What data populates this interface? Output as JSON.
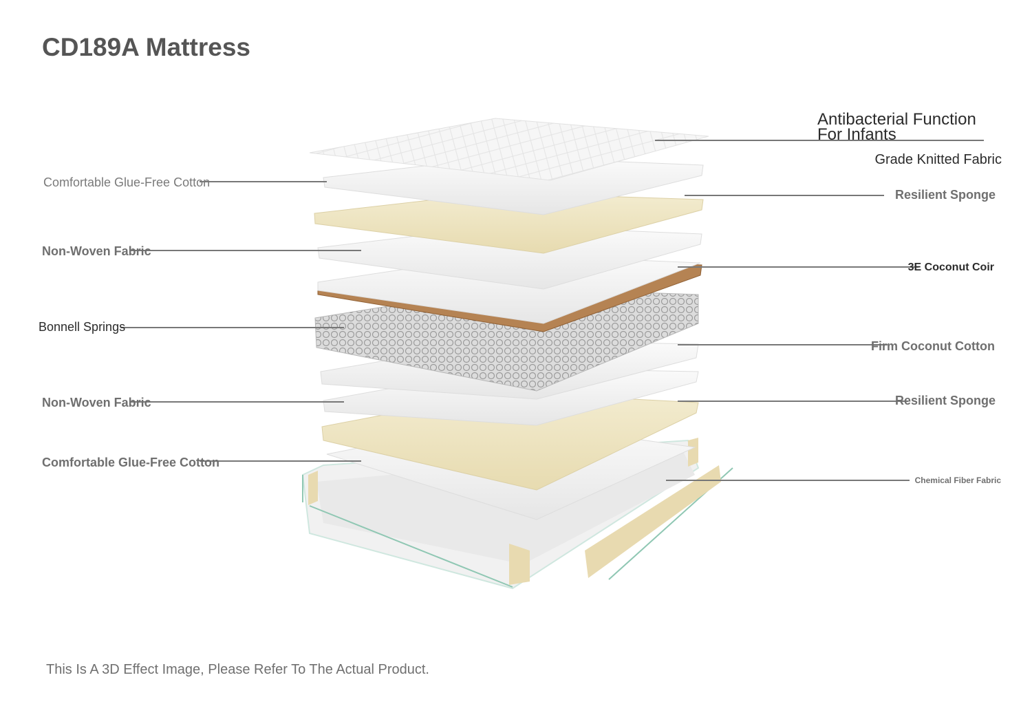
{
  "title": "CD189A Mattress",
  "disclaimer": "This Is A 3D Effect Image, Please Refer To The Actual Product.",
  "labels": {
    "left": [
      "Comfortable Glue-Free Cotton",
      "Non-Woven Fabric",
      "Bonnell Springs",
      "Non-Woven Fabric",
      "Comfortable Glue-Free Cotton"
    ],
    "right": {
      "antibacterial_line1": "Antibacterial Function",
      "antibacterial_line2": "For Infants",
      "knitted": "Grade Knitted Fabric",
      "sponge_top": "Resilient Sponge",
      "coir": "3E Coconut Coir",
      "firm_cotton": "Firm Coconut Cotton",
      "sponge_bottom": "Resilient Sponge",
      "chemical": "Chemical Fiber Fabric"
    }
  },
  "colors": {
    "title": "#555555",
    "leader_line": "#777777",
    "sponge": "#efe6c2",
    "coir": "#b07a45",
    "layer": "#eeeeee"
  }
}
